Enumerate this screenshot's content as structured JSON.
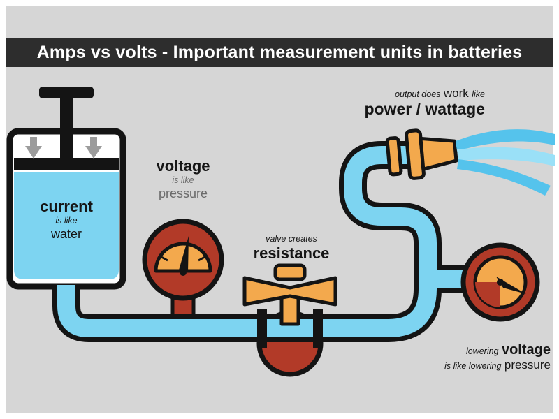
{
  "title_bar": {
    "text": "Amps vs volts - Important measurement units in batteries"
  },
  "labels": {
    "tank": {
      "title": "current",
      "sub": "is like",
      "noun": "water"
    },
    "voltage_gauge": {
      "title": "voltage",
      "sub": "is like",
      "noun": "pressure"
    },
    "valve": {
      "sub": "valve creates",
      "title": "resistance"
    },
    "output": {
      "pre": "output does",
      "word": "work",
      "post": "like",
      "title": "power / wattage"
    },
    "lowering_gauge": {
      "pre": "lowering",
      "title": "voltage",
      "sub": "is like lowering",
      "noun": "pressure"
    }
  },
  "colors": {
    "frame": "#ffffff",
    "background": "#d6d6d6",
    "title_bar_bg": "#2d2d2d",
    "title_text": "#ffffff",
    "ink": "#141414",
    "pipe_blue": "#7dd4f1",
    "spray_blue": "#55c3ec",
    "spray_blue_light": "#9ae0f7",
    "gauge_red": "#b23a28",
    "gauge_orange": "#f3a94d",
    "arrow_gray": "#9c9c9c",
    "text_dark": "#161616",
    "text_muted": "#6b6b6b"
  }
}
